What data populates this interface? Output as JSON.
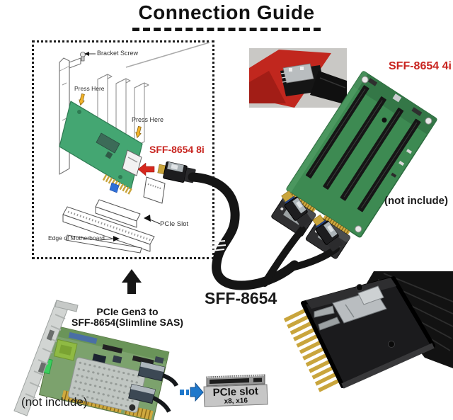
{
  "title": "Connection Guide",
  "install_diagram": {
    "bracket_screw_label": "Bracket Screw",
    "press_here_top_label": "Press Here",
    "press_here_right_label": "Press Here",
    "port_label": "SFF-8654 8i",
    "pcie_slot_label": "PCIe Slot",
    "motherboard_edge_label": "Edge of Motherboard"
  },
  "riser_board": {
    "port_label": "SFF-8654 4i",
    "availability_note": "(not include)"
  },
  "cable": {
    "label": "SFF-8654"
  },
  "adapter_card": {
    "caption_line1": "PCIe Gen3 to",
    "caption_line2": "SFF-8654(Slimline SAS)",
    "availability_note": "(not include)"
  },
  "pcie_slot_graphic": {
    "title": "PCIe slot",
    "subtitle": "x8, x16"
  },
  "colors": {
    "label_red": "#c8241f",
    "arrow_red": "#d5281e",
    "arrow_blue": "#1f78cb",
    "card_green": "#44a672",
    "riser_green": "#3d8a52",
    "gold": "#c9a53c",
    "cable_black": "#151515"
  }
}
